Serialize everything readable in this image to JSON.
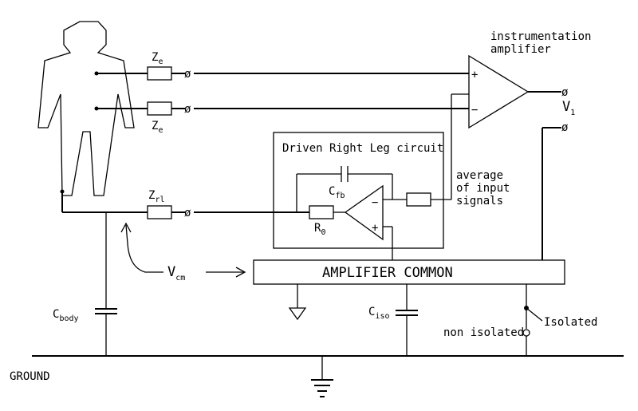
{
  "labels": {
    "instr_line1": "instrumentation",
    "instr_line2": "amplifier",
    "ze_top_main": "Z",
    "ze_top_sub": "e",
    "ze_bot_main": "Z",
    "ze_bot_sub": "e",
    "zrl_main": "Z",
    "zrl_sub": "rl",
    "v1_main": "V",
    "v1_sub": "1",
    "drl_title": "Driven Right Leg circuit",
    "cfb_main": "C",
    "cfb_sub": "fb",
    "r0_main": "R",
    "r0_sub": "0",
    "avg_line1": "average",
    "avg_line2": "of input",
    "avg_line3": "signals",
    "vcm_main": "V",
    "vcm_sub": "cm",
    "amp_common": "AMPLIFIER COMMON",
    "cbody_main": "C",
    "cbody_sub": "body",
    "ciso_main": "C",
    "ciso_sub": "iso",
    "isolated": "Isolated",
    "non_isolated": "non isolated",
    "ground": "GROUND",
    "plus": "+",
    "minus": "−",
    "terminal": "ø"
  }
}
